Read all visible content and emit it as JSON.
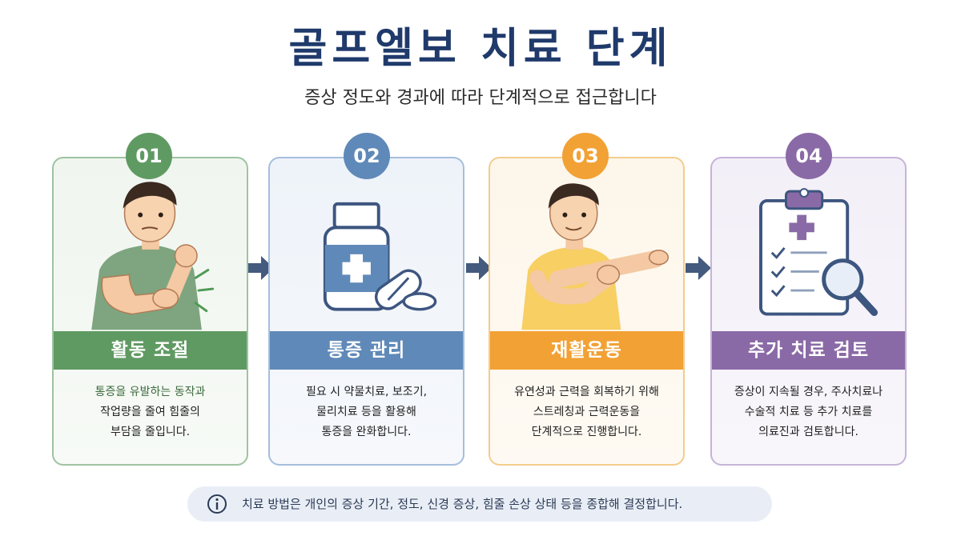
{
  "title": "골프엘보 치료 단계",
  "subtitle": "증상 정도와 경과에 따라 단계적으로 접근합니다",
  "colors": {
    "title": "#1f3a6b",
    "step1": "#5f9a62",
    "step2": "#5f89b8",
    "step3": "#f2a134",
    "step4": "#8a6aa6",
    "arrow": "#445a7e"
  },
  "steps": [
    {
      "number": "01",
      "title": "활동 조절",
      "lines": [
        "통증을 유발하는 동작과",
        "작업량을 줄여 힘줄의",
        "부담을 줄입니다."
      ],
      "icon": "person-holding-elbow-icon"
    },
    {
      "number": "02",
      "title": "통증 관리",
      "lines": [
        "필요 시 약물치료, 보조기,",
        "물리치료 등을 활용해",
        "통증을 완화합니다."
      ],
      "icon": "medicine-bottle-icon"
    },
    {
      "number": "03",
      "title": "재활운동",
      "lines": [
        "유연성과 근력을 회복하기 위해",
        "스트레칭과 근력운동을",
        "단계적으로 진행합니다."
      ],
      "icon": "person-stretching-icon"
    },
    {
      "number": "04",
      "title": "추가 치료 검토",
      "lines": [
        "증상이 지속될 경우, 주사치료나",
        "수술적 치료 등 추가 치료를",
        "의료진과 검토합니다."
      ],
      "icon": "clipboard-magnifier-icon"
    }
  ],
  "note": {
    "icon": "info-icon",
    "text": "치료 방법은 개인의 증상 기간, 정도, 신경 증상, 힘줄 손상 상태 등을 종합해 결정합니다."
  }
}
